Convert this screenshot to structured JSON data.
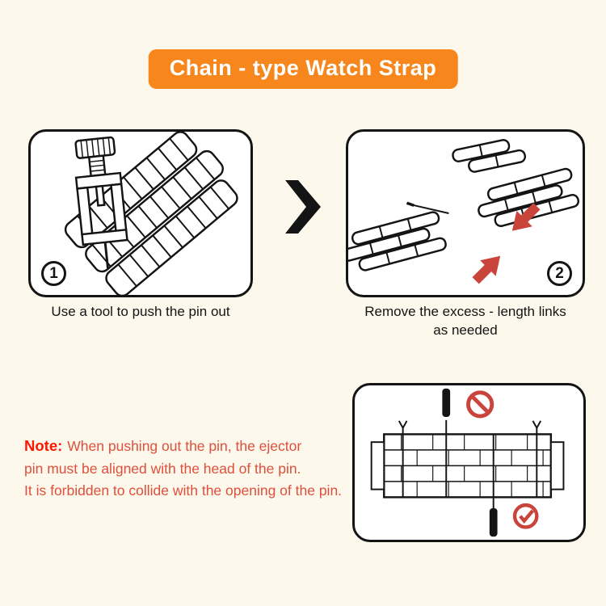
{
  "title": "Chain - type Watch Strap",
  "steps": [
    {
      "number": "1",
      "caption": "Use a tool to push the pin out"
    },
    {
      "number": "2",
      "caption_line1": "Remove the excess - length links",
      "caption_line2": "as needed"
    }
  ],
  "note": {
    "label": "Note:",
    "lines": [
      "When pushing out the pin, the ejector",
      "pin must be aligned with the head of the pin.",
      "It is forbidden to collide with the opening of the pin."
    ]
  },
  "icons": {
    "next_step_arrow": "chevron-right-icon",
    "prohibition": "no-entry-icon",
    "approved": "check-circle-icon",
    "gap_arrows": "red-arrow-icon"
  },
  "colors": {
    "background": "#FDF8EC",
    "banner_orange": "#F7871D",
    "note_label_red": "#FF1500",
    "note_text_red": "#DE4F3C",
    "accent_red": "#C9443A",
    "ink": "#141414",
    "panel": "#FFFFFF"
  }
}
